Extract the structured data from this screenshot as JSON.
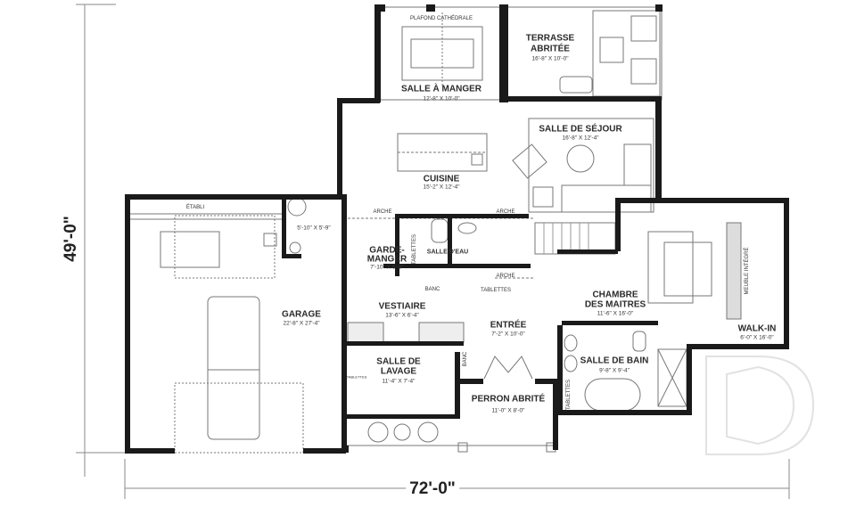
{
  "dimensions": {
    "width": "72'-0\"",
    "depth": "49'-0\""
  },
  "rooms": {
    "dining": {
      "note": "PLAFOND CATHÉDRALE",
      "name": "SALLE À MANGER",
      "size": "12'-8\" X 10'-0\""
    },
    "terrace": {
      "name_1": "TERRASSE",
      "name_2": "ABRITÉE",
      "size": "16'-8\" X 10'-0\""
    },
    "living": {
      "name": "SALLE DE SÉJOUR",
      "size": "16'-8\" X 12'-4\""
    },
    "kitchen": {
      "name": "CUISINE",
      "size": "15'-2\" X 12'-4\""
    },
    "garage": {
      "name": "GARAGE",
      "size": "22'-8\" X 27'-4\"",
      "workbench": "ÉTABLI"
    },
    "storage": {
      "size": "5'-10\" X 5'-9\""
    },
    "pantry": {
      "name_1": "GARDE-",
      "name_2": "MANGER",
      "size": "7'-10\" X 6'-8\"",
      "shelves": "TABLETTES"
    },
    "powder": {
      "name": "SALLE D'EAU"
    },
    "mudroom": {
      "name": "VESTIAIRE",
      "size": "13'-6\" X 6'-4\"",
      "bench": "BANC",
      "shelves": "TABLETTES"
    },
    "entry": {
      "name": "ENTRÉE",
      "size": "7'-2\" X 10'-0\"",
      "bench": "BANC"
    },
    "laundry": {
      "name_1": "SALLE DE",
      "name_2": "LAVAGE",
      "size": "11'-4\" X 7'-4\"",
      "shelves": "TABLETTES"
    },
    "porch": {
      "name": "PERRON ABRITÉ",
      "size": "11'-0\" X 8'-0\""
    },
    "master": {
      "name_1": "CHAMBRE",
      "name_2": "DES MAITRES",
      "size": "11'-6\" X 16'-0\"",
      "furniture": "MEUBLE INTÉGRÉ"
    },
    "walkin": {
      "name": "WALK-IN",
      "size": "6'-0\" X 16'-0\""
    },
    "bath": {
      "name": "SALLE DE BAIN",
      "size": "9'-8\" X 9'-4\"",
      "shelves": "TABLETTES"
    }
  },
  "arches": [
    "ARCHE",
    "ARCHE",
    "ARCHE"
  ],
  "colors": {
    "wall": "#1a1a1a",
    "line": "#777777",
    "watermark": "#e6e6e6"
  }
}
